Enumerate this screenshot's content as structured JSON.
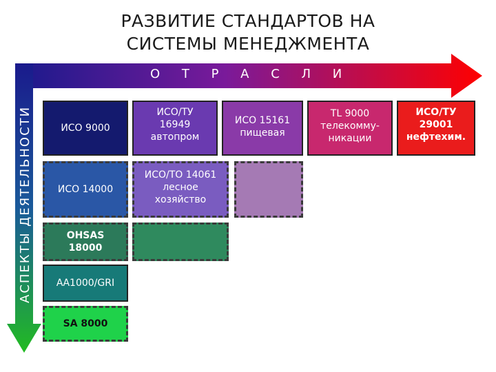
{
  "title_line1": "РАЗВИТИЕ СТАНДАРТОВ НА",
  "title_line2": "СИСТЕМЫ МЕНЕДЖМЕНТА",
  "horizontal_axis_label": "О Т Р А С Л И",
  "vertical_axis_label": "АСПЕКТЫ ДЕЯТЕЛЬНОСТИ",
  "colors": {
    "h_arrow_start": "#1a1a8c",
    "h_arrow_end": "#ff0000",
    "v_arrow_start": "#1a1a8c",
    "v_arrow_end": "#22bb22"
  },
  "boxes": {
    "iso9000": "ИСО 9000",
    "iso_tu16949": "ИСО/ТУ\n16949\nавтопром",
    "iso15161": "ИСО 15161\nпищевая",
    "tl9000": "TL 9000\nтелекомму-\nникации",
    "iso_tu29001": "ИСО/ТУ\n29001\nнефтехим.",
    "iso14000": "ИСО 14000",
    "iso_to14061": "ИСО/ТО 14061\nлесное\nхозяйство",
    "ohsas18000": "OHSAS\n18000",
    "aa1000": "АА1000/GRI",
    "sa8000": "SA 8000"
  }
}
